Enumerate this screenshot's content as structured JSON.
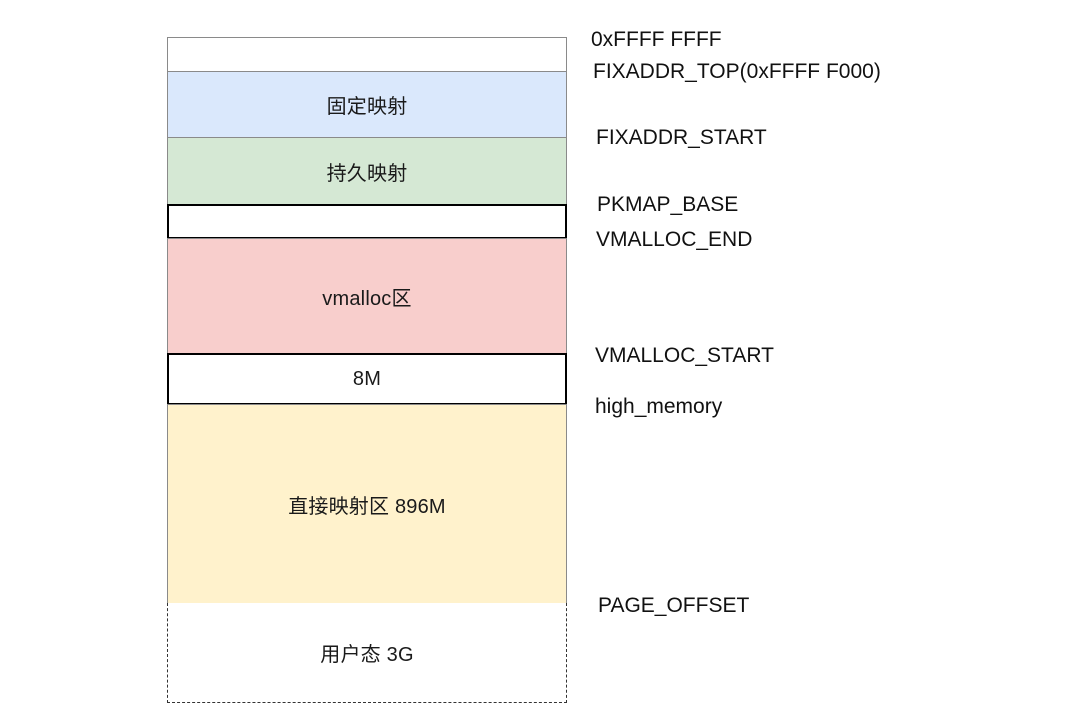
{
  "regions": {
    "top_gap": {
      "label": "",
      "color": "#ffffff"
    },
    "fixmap": {
      "label": "固定映射",
      "color": "#dae8fc"
    },
    "pkmap": {
      "label": "持久映射",
      "color": "#d5e8d4"
    },
    "gap_after_pkmap": {
      "label": "",
      "color": "#ffffff"
    },
    "vmalloc": {
      "label": "vmalloc区",
      "color": "#f8cecc"
    },
    "gap_8m": {
      "label": "8M",
      "color": "#ffffff"
    },
    "direct": {
      "label": "直接映射区 896M",
      "color": "#fff2cc"
    },
    "user": {
      "label": "用户态 3G",
      "color": "#ffffff"
    }
  },
  "addresses": {
    "top": "0xFFFF FFFF",
    "fixaddr_top": "FIXADDR_TOP(0xFFFF F000)",
    "fixaddr_start": "FIXADDR_START",
    "pkmap_base": "PKMAP_BASE",
    "vmalloc_end": "VMALLOC_END",
    "vmalloc_start": "VMALLOC_START",
    "high_memory": "high_memory",
    "page_offset": "PAGE_OFFSET"
  }
}
